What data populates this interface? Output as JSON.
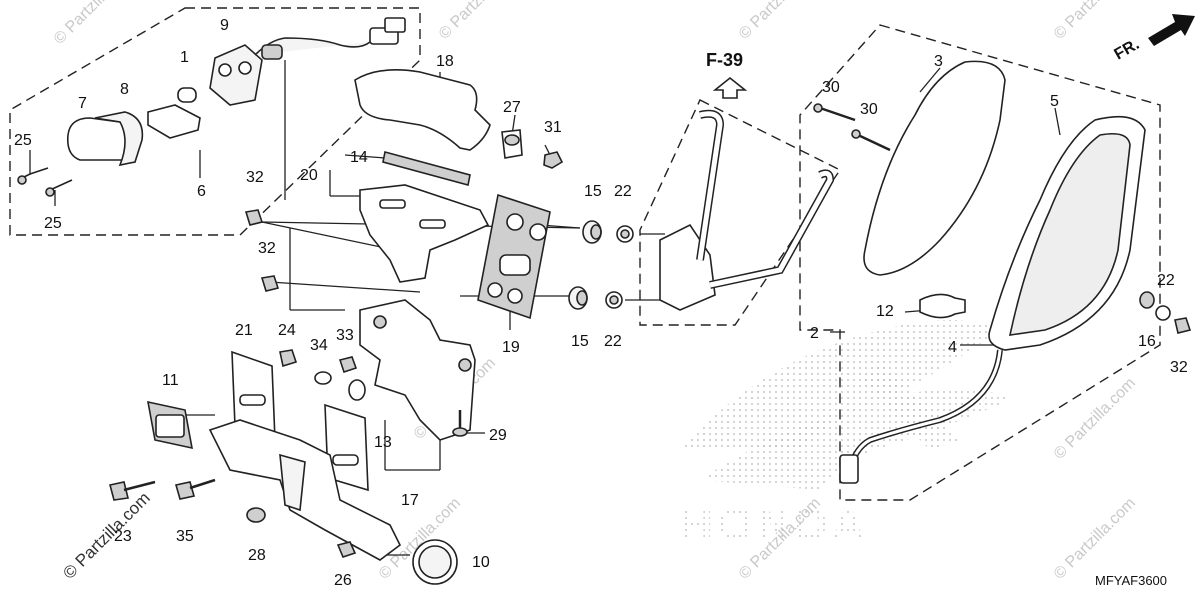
{
  "diagram": {
    "section_ref": "F-39",
    "direction_label": "FR.",
    "code": "MFYAF3600",
    "watermark": "© Partzilla.com",
    "honda_text": "HONDA",
    "callouts": [
      {
        "id": "c1",
        "text": "1"
      },
      {
        "id": "c2",
        "text": "2"
      },
      {
        "id": "c3",
        "text": "3"
      },
      {
        "id": "c4",
        "text": "4"
      },
      {
        "id": "c5",
        "text": "5"
      },
      {
        "id": "c6",
        "text": "6"
      },
      {
        "id": "c7",
        "text": "7"
      },
      {
        "id": "c8",
        "text": "8"
      },
      {
        "id": "c9",
        "text": "9"
      },
      {
        "id": "c10",
        "text": "10"
      },
      {
        "id": "c11",
        "text": "11"
      },
      {
        "id": "c12",
        "text": "12"
      },
      {
        "id": "c13",
        "text": "13"
      },
      {
        "id": "c14",
        "text": "14"
      },
      {
        "id": "c15a",
        "text": "15"
      },
      {
        "id": "c15b",
        "text": "15"
      },
      {
        "id": "c16",
        "text": "16"
      },
      {
        "id": "c17",
        "text": "17"
      },
      {
        "id": "c18",
        "text": "18"
      },
      {
        "id": "c19",
        "text": "19"
      },
      {
        "id": "c20",
        "text": "20"
      },
      {
        "id": "c21",
        "text": "21"
      },
      {
        "id": "c22a",
        "text": "22"
      },
      {
        "id": "c22b",
        "text": "22"
      },
      {
        "id": "c22c",
        "text": "22"
      },
      {
        "id": "c23",
        "text": "23"
      },
      {
        "id": "c24",
        "text": "24"
      },
      {
        "id": "c25a",
        "text": "25"
      },
      {
        "id": "c25b",
        "text": "25"
      },
      {
        "id": "c26",
        "text": "26"
      },
      {
        "id": "c27",
        "text": "27"
      },
      {
        "id": "c28",
        "text": "28"
      },
      {
        "id": "c29",
        "text": "29"
      },
      {
        "id": "c30a",
        "text": "30"
      },
      {
        "id": "c30b",
        "text": "30"
      },
      {
        "id": "c31",
        "text": "31"
      },
      {
        "id": "c32a",
        "text": "32"
      },
      {
        "id": "c32b",
        "text": "32"
      },
      {
        "id": "c32c",
        "text": "32"
      },
      {
        "id": "c33",
        "text": "33"
      },
      {
        "id": "c34",
        "text": "34"
      },
      {
        "id": "c35",
        "text": "35"
      }
    ]
  }
}
